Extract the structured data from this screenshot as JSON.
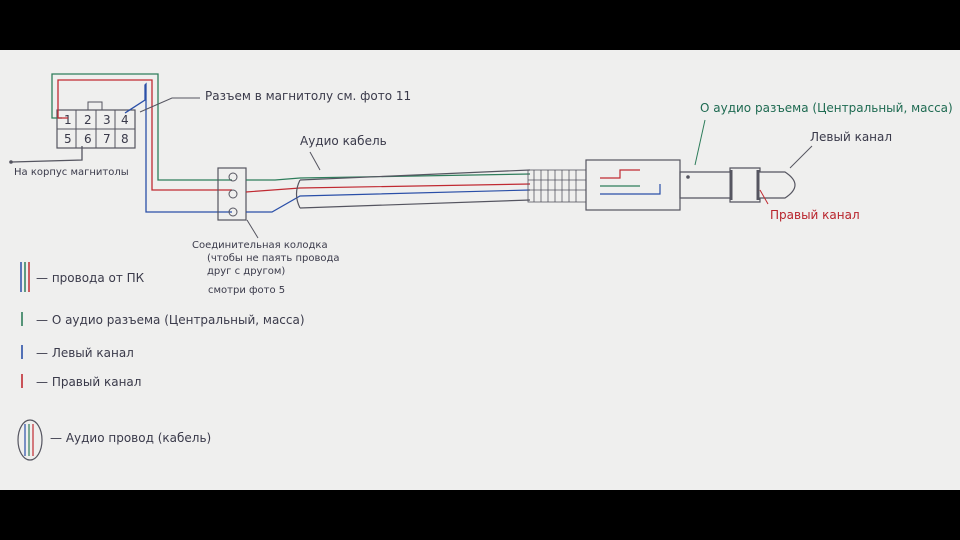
{
  "colors": {
    "green": "#2e7d5b",
    "blue": "#2a4fa8",
    "red": "#c02a32",
    "pencil": "#555560"
  },
  "connector": {
    "title": "Разъем в магнитолу см. фото 11",
    "pins_top": [
      "1",
      "2",
      "3",
      "4"
    ],
    "pins_bottom": [
      "5",
      "6",
      "7",
      "8"
    ],
    "ground_label": "На корпус магнитолы"
  },
  "terminal_block": {
    "label_line1": "Соединительная колодка",
    "label_line2": "(чтобы не паять провода",
    "label_line3": "друг с другом)",
    "label_line4": "смотри фото 5"
  },
  "cable_label": "Аудио кабель",
  "jack": {
    "center_label": "О аудио разъема (Центральный, масса)",
    "left_label": "Левый канал",
    "right_label": "Правый канал"
  },
  "legend": [
    {
      "icon": "pc-wires-icon",
      "text": "— провода от ПК"
    },
    {
      "icon": "green-wire-icon",
      "text": "— О аудио разъема (Центральный, масса)"
    },
    {
      "icon": "blue-wire-icon",
      "text": "— Левый канал"
    },
    {
      "icon": "red-wire-icon",
      "text": "— Правый канал"
    },
    {
      "icon": "audio-cable-icon",
      "text": "— Аудио провод (кабель)"
    }
  ]
}
